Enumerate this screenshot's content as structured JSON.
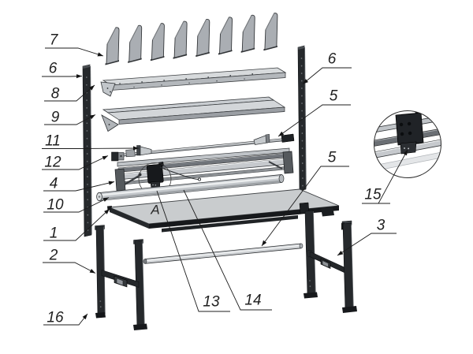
{
  "figure": {
    "type": "exploded-assembly-diagram",
    "divider_count": 8,
    "background_color": "#ffffff",
    "line_color": "#1c1c1c"
  },
  "colors": {
    "part_grey": "#aaaeb3",
    "part_light_grey": "#d6d9db",
    "part_dark": "#26292c",
    "arrow_black": "#141414"
  },
  "labels": {
    "l7": "7",
    "l6_left": "6",
    "l8": "8",
    "l9": "9",
    "l11": "11",
    "l12": "12",
    "l4": "4",
    "l10": "10",
    "l1": "1",
    "l2": "2",
    "l16": "16",
    "l6_right": "6",
    "l5_upper": "5",
    "l5_lower": "5",
    "l15": "15",
    "l3": "3",
    "l13": "13",
    "l14": "14",
    "detail_letter": "A"
  }
}
